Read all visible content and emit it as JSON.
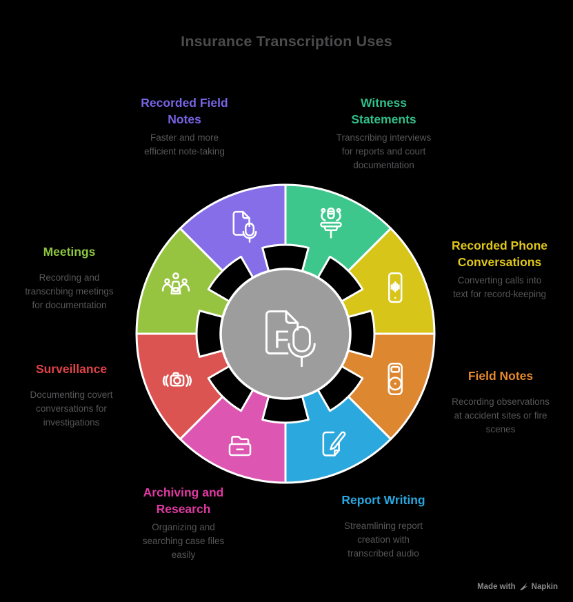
{
  "page": {
    "title": "Insurance Transcription Uses",
    "title_color": "#4B4B4D",
    "background": "#000000"
  },
  "center": {
    "icon": "document-mic-letter-icon",
    "letter": "F",
    "fill": "#9D9D9D"
  },
  "wheel": {
    "stroke": "#FFFFFF",
    "description_color": "#57575A",
    "segments": [
      {
        "id": "recorded-field-notes",
        "title": "Recorded Field\nNotes",
        "description": "Faster and more\nefficient note-taking",
        "fill": "#866EE8",
        "title_color": "#7765E5",
        "icon": "document-mic-icon"
      },
      {
        "id": "witness-statements",
        "title": "Witness\nStatements",
        "description": "Transcribing interviews\nfor reports and court\ndocumentation",
        "fill": "#3EC78C",
        "title_color": "#30BF8B",
        "icon": "podium-mic-icon"
      },
      {
        "id": "recorded-phone-conversations",
        "title": "Recorded Phone\nConversations",
        "description": "Converting calls into\ntext for record-keeping",
        "fill": "#D8C51A",
        "title_color": "#DFC71B",
        "icon": "phone-waveform-icon"
      },
      {
        "id": "field-notes",
        "title": "Field Notes",
        "description": "Recording observations\nat accident sites or fire\nscenes",
        "fill": "#DD8731",
        "title_color": "#E6882B",
        "icon": "voice-recorder-icon"
      },
      {
        "id": "report-writing",
        "title": "Report Writing",
        "description": "Streamlining report\ncreation with\ntranscribed audio",
        "fill": "#2BA8DE",
        "title_color": "#29A7E0",
        "icon": "document-pen-icon"
      },
      {
        "id": "archiving-and-research",
        "title": "Archiving and\nResearch",
        "description": "Organizing and\nsearching case files\neasily",
        "fill": "#DC56B2",
        "title_color": "#E03AA2",
        "icon": "archive-folder-icon"
      },
      {
        "id": "surveillance",
        "title": "Surveillance",
        "description": "Documenting covert\nconversations for\ninvestigations",
        "fill": "#DB5451",
        "title_color": "#E04348",
        "icon": "camera-surveillance-icon"
      },
      {
        "id": "meetings",
        "title": "Meetings",
        "description": "Recording and\ntranscribing meetings\nfor documentation",
        "fill": "#97C440",
        "title_color": "#8DC63F",
        "icon": "meeting-people-icon"
      }
    ]
  },
  "badge": {
    "prefix": "Made with",
    "brand": "Napkin",
    "logo_icon": "napkin-logo-icon",
    "color": "#8C8C8C"
  }
}
